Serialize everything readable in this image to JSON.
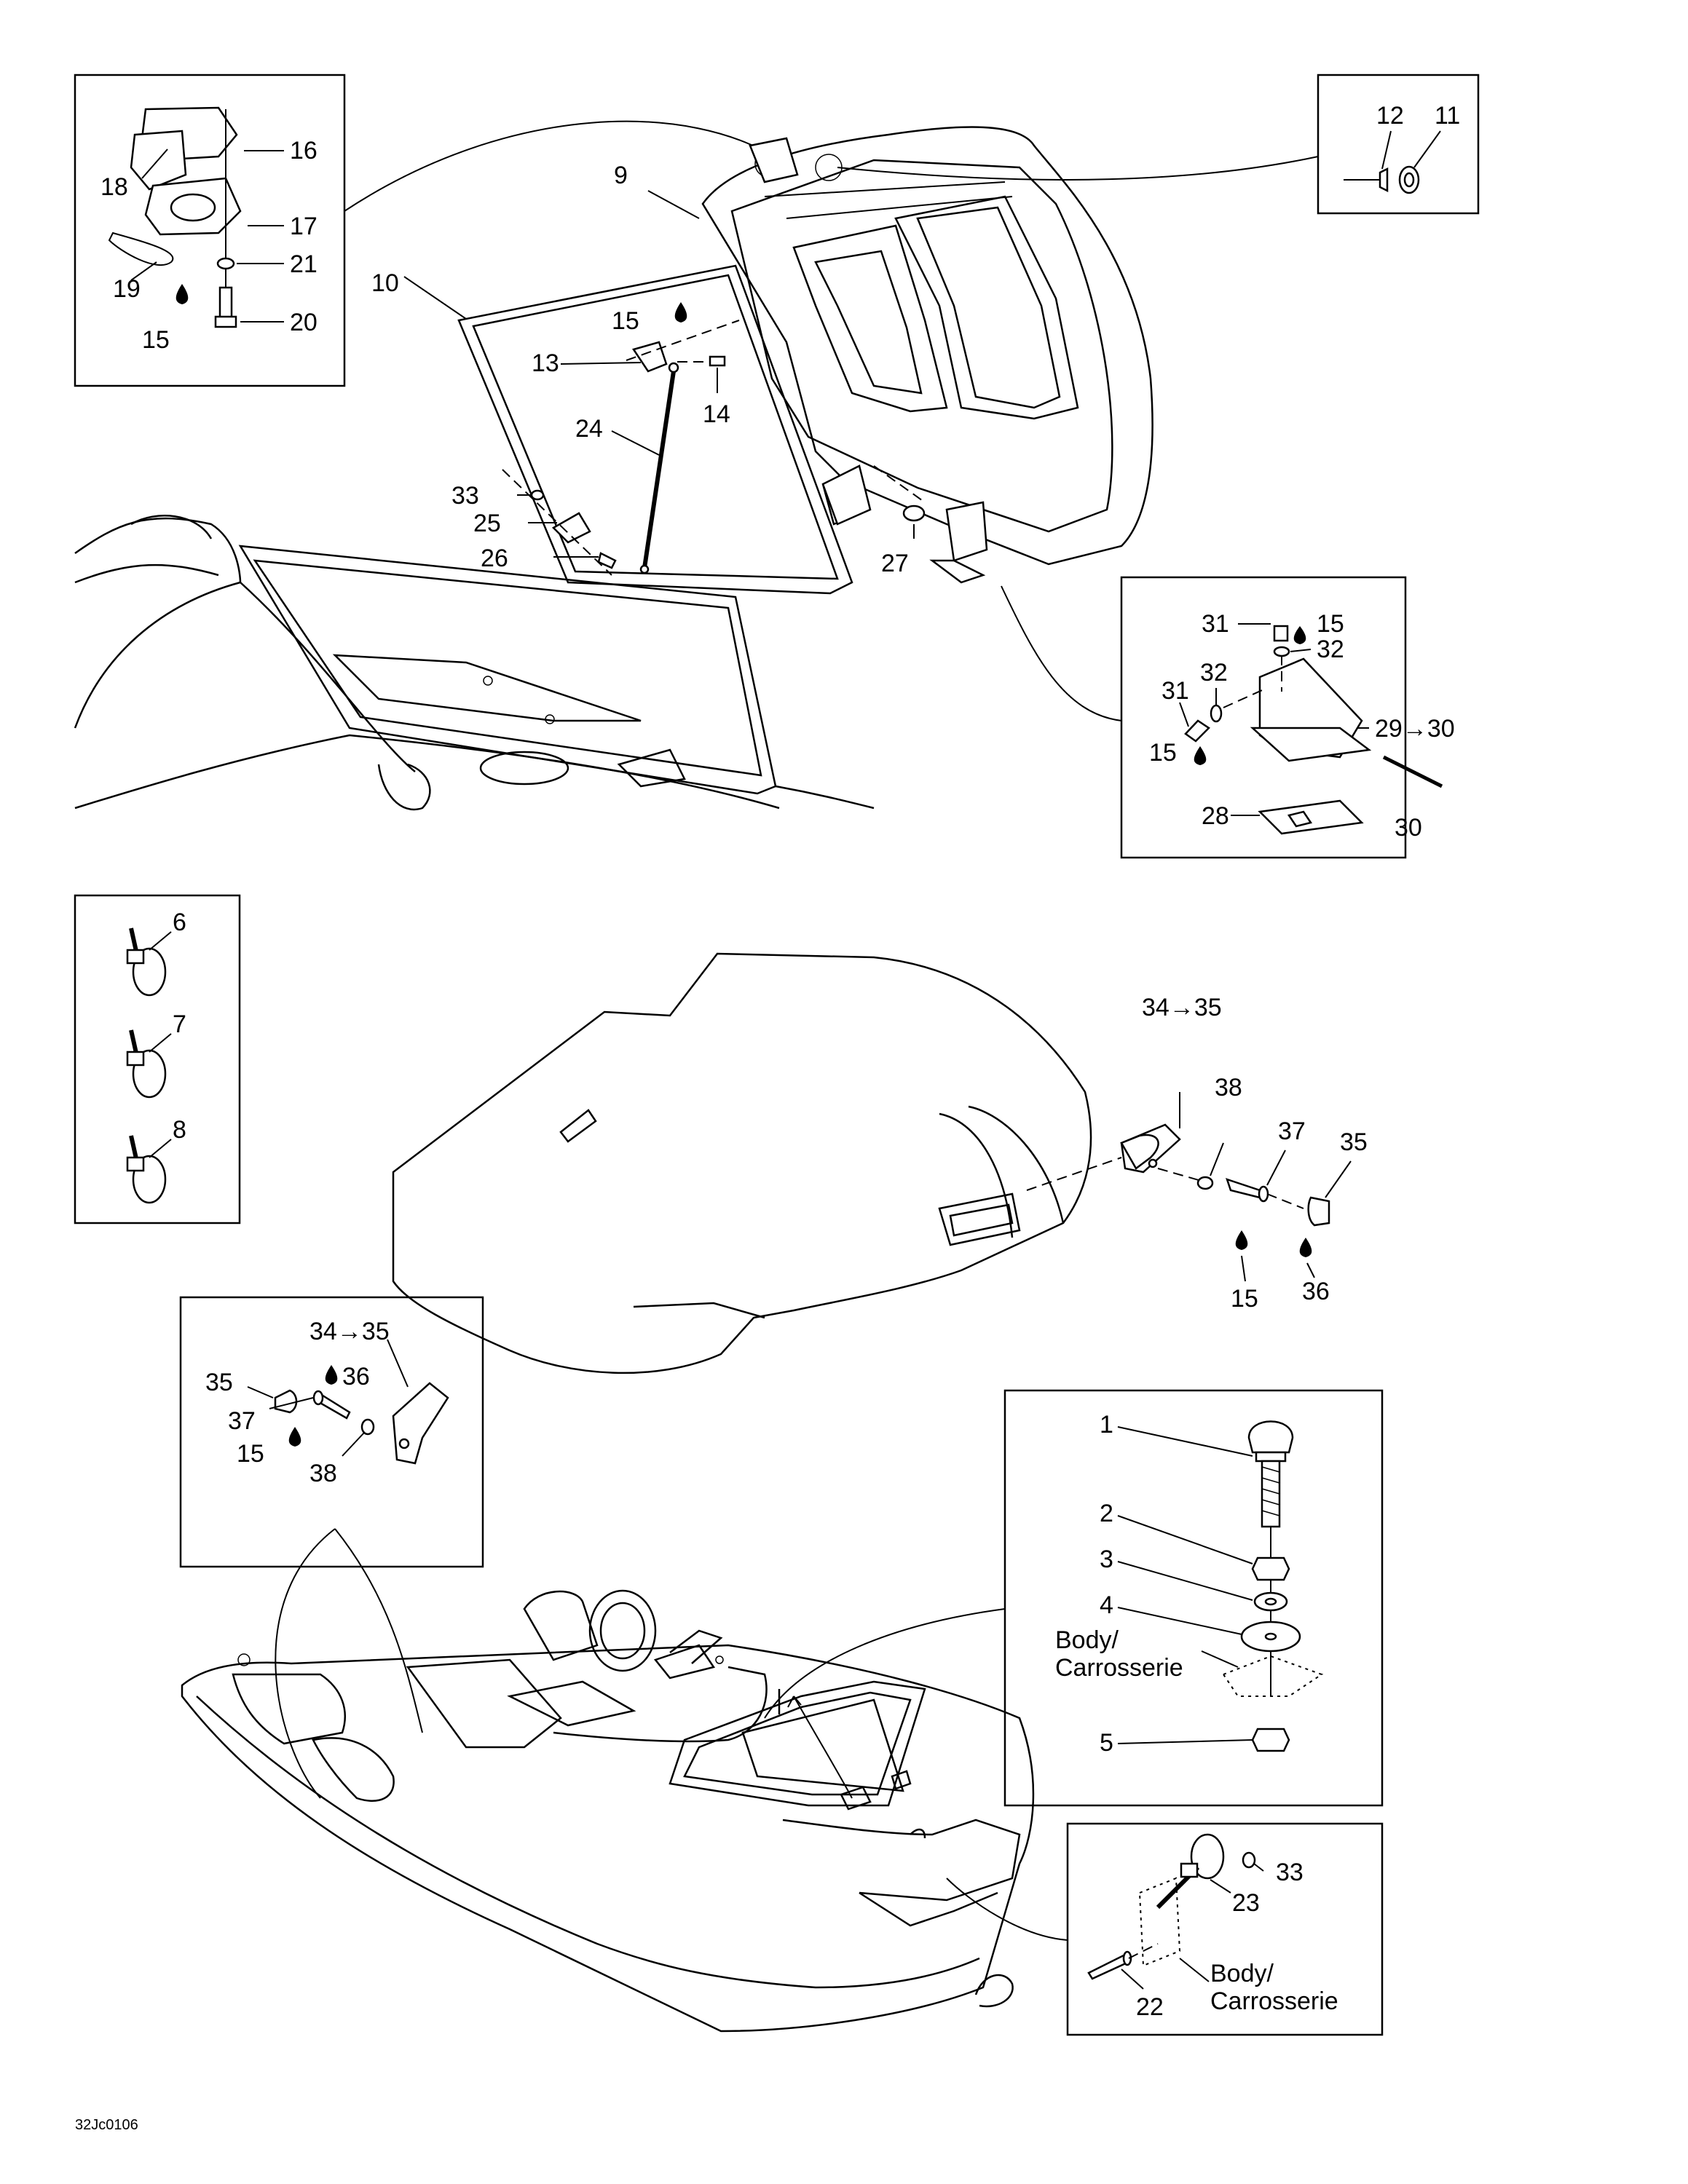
{
  "labels": {
    "l1": "1",
    "l2": "2",
    "l3": "3",
    "l4": "4",
    "l5": "5",
    "l6": "6",
    "l7": "7",
    "l8": "8",
    "l9": "9",
    "l10": "10",
    "l11": "11",
    "l12": "12",
    "l13": "13",
    "l14": "14",
    "l15a": "15",
    "l15b": "15",
    "l15c": "15",
    "l15d": "15",
    "l15e": "15",
    "l15f": "15",
    "l15g": "15",
    "l16": "16",
    "l17": "17",
    "l18": "18",
    "l19": "19",
    "l20": "20",
    "l21": "21",
    "l22": "22",
    "l23": "23",
    "l24": "24",
    "l25": "25",
    "l26": "26",
    "l27": "27",
    "l28": "28",
    "l29": "29→30",
    "l30": "30",
    "l31a": "31",
    "l31b": "31",
    "l32a": "32",
    "l32b": "32",
    "l33a": "33",
    "l33b": "33",
    "l3435a": "34→35",
    "l3435b": "34→35",
    "l35a": "35",
    "l35b": "35",
    "l36a": "36",
    "l36b": "36",
    "l37a": "37",
    "l37b": "37",
    "l38a": "38",
    "l38b": "38"
  },
  "body_label": {
    "line1": "Body/",
    "line2": "Carrosserie"
  },
  "body_label_b": {
    "line1": "Body/",
    "line2": "Carrosserie"
  },
  "drawing_code": "32Jc0106"
}
